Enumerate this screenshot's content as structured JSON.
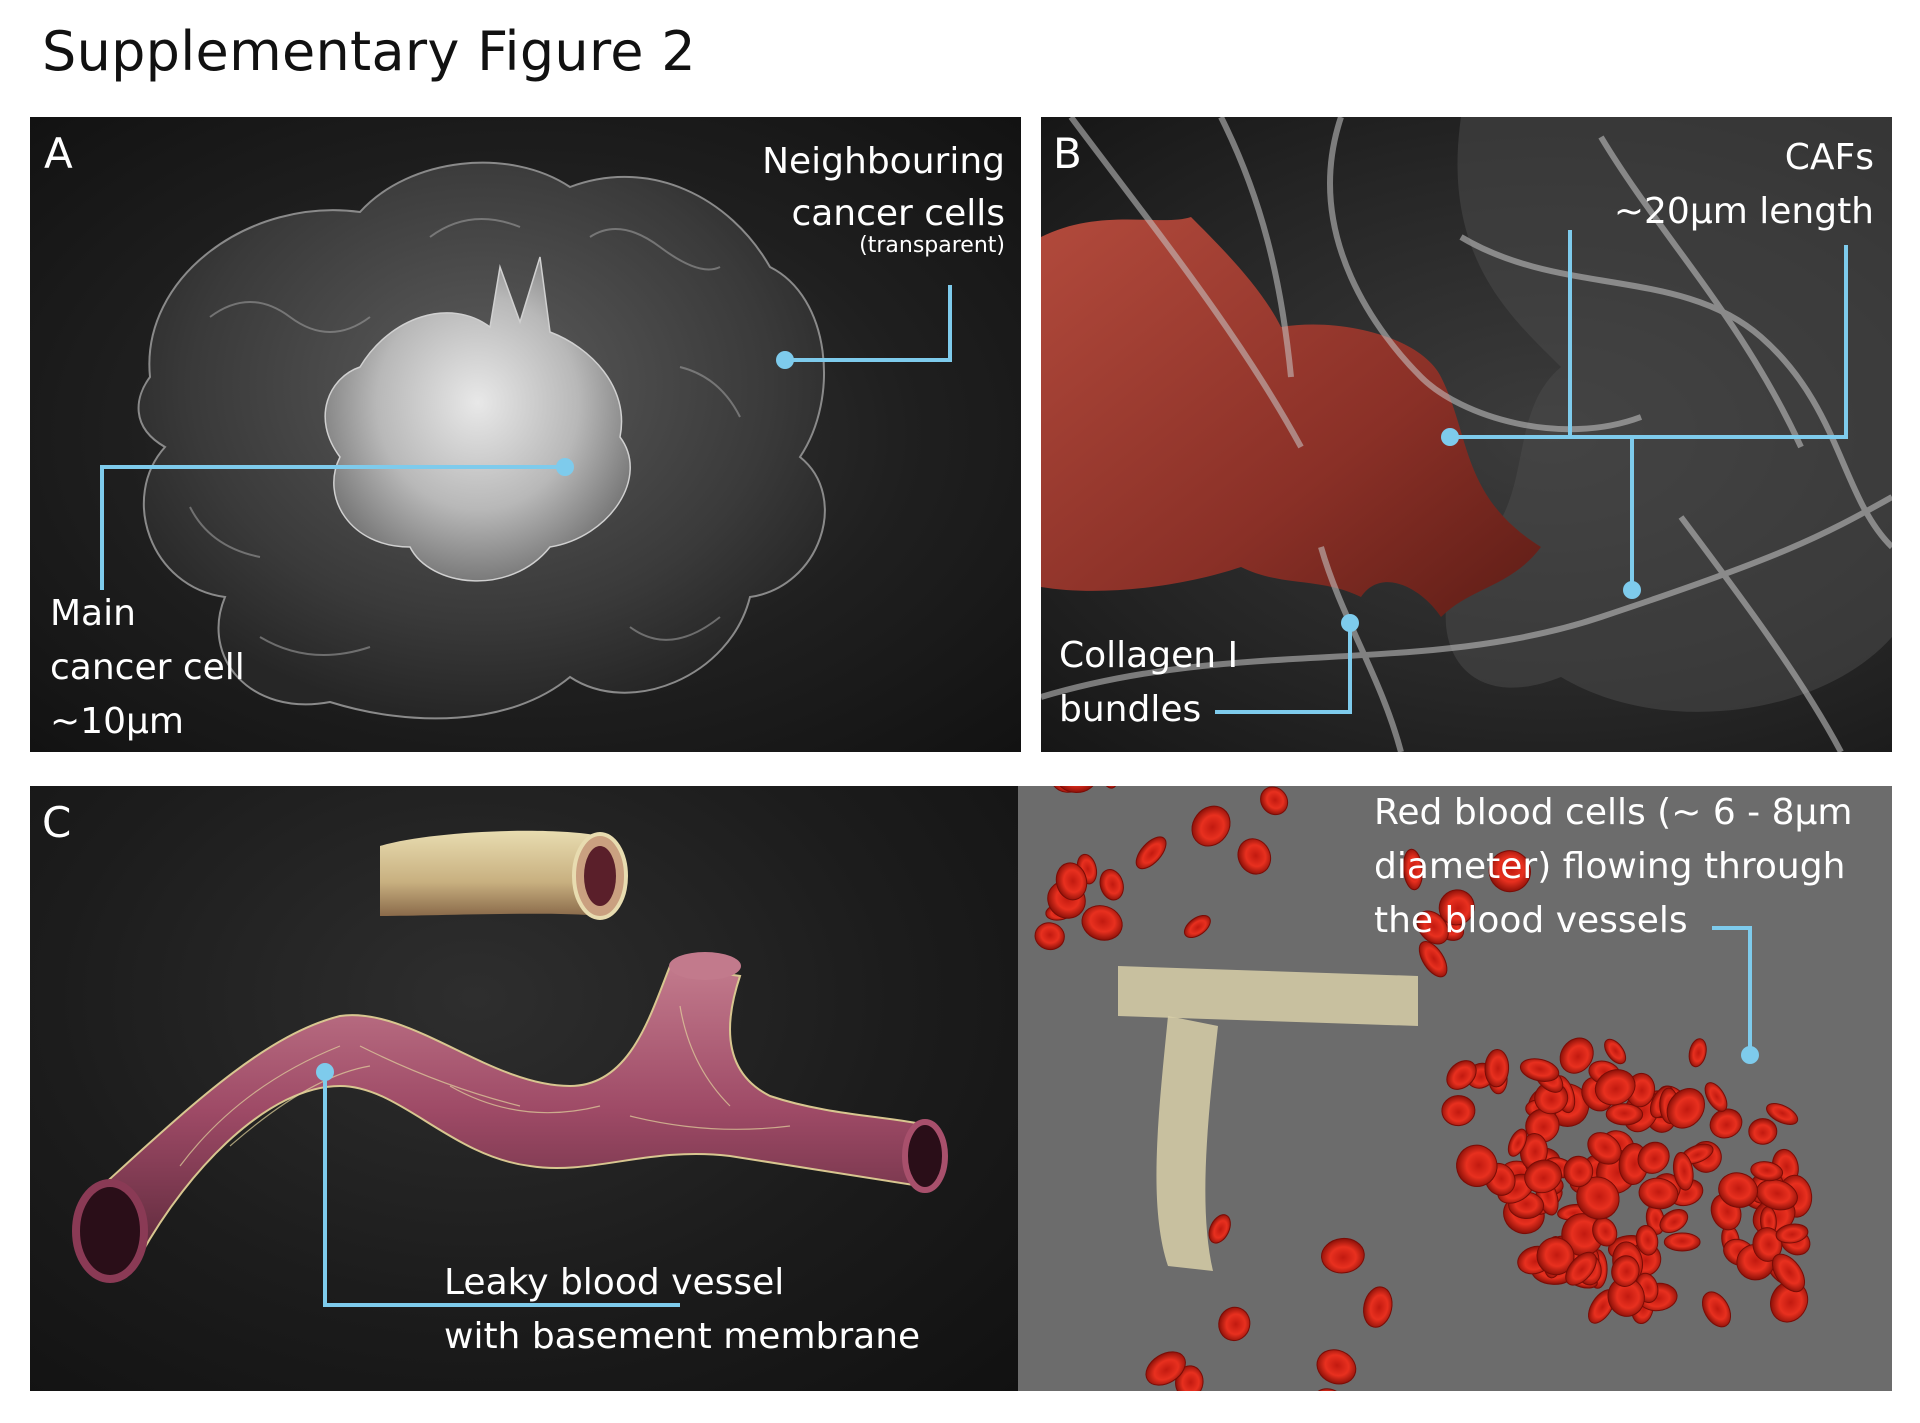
{
  "figure": {
    "title": "Supplementary Figure 2"
  },
  "panels": {
    "a": {
      "letter": "A",
      "neighbour_label": [
        "Neighbouring",
        "cancer cells"
      ],
      "neighbour_note": "(transparent)",
      "main_label": [
        "Main",
        "cancer cell",
        "~10μm"
      ]
    },
    "b": {
      "letter": "B",
      "cafs_label": [
        "CAFs",
        "~20μm length"
      ],
      "collagen_label": [
        "Collagen I",
        "bundles"
      ]
    },
    "c": {
      "letter": "C",
      "vessel_label": [
        "Leaky blood vessel",
        "with basement membrane"
      ],
      "rbc_label": [
        "Red blood cells  (~ 6 - 8μm",
        "diameter) flowing through",
        "the blood vessels"
      ]
    }
  },
  "colors": {
    "leader": "#7ecbec",
    "collagen": "#b0b0b0",
    "caf": "#9b3b30",
    "vessel": "#a8506c",
    "membrane": "#d8c690",
    "rbc": "#d42015"
  }
}
